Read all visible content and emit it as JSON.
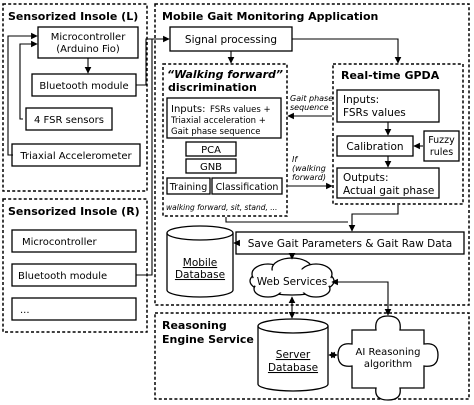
{
  "insole_left": {
    "title": "Sensorized Insole (L)",
    "microcontroller_l1": "Microcontroller",
    "microcontroller_l2": "(Arduino Fio)",
    "bluetooth": "Bluetooth module",
    "fsr": "4 FSR sensors",
    "accel": "Triaxial Accelerometer"
  },
  "insole_right": {
    "title": "Sensorized Insole (R)",
    "microcontroller": "Microcontroller",
    "bluetooth": "Bluetooth module",
    "ellipsis": "..."
  },
  "app": {
    "title": "Mobile Gait Monitoring Application",
    "signal_processing": "Signal processing",
    "wf_title_l1": "“Walking forward”",
    "wf_title_l2": "discrimination",
    "inputs_label": "Inputs:",
    "inputs_l1": "FSRs values +",
    "inputs_l2": "Triaxial acceleration +",
    "inputs_l3": "Gait phase sequence",
    "pca": "PCA",
    "gnb": "GNB",
    "training": "Training",
    "classification": "Classification",
    "activities": "walking forward, sit, stand, ...",
    "gait_phase_l1": "Gait phase",
    "gait_phase_l2": "sequence",
    "if_l1": "If",
    "if_l2": "(walking",
    "if_l3": "forward)",
    "gpda_title": "Real-time GPDA",
    "gpda_inputs_l1": "Inputs:",
    "gpda_inputs_l2": "FSRs values",
    "calibration": "Calibration",
    "fuzzy_l1": "Fuzzy",
    "fuzzy_l2": "rules",
    "outputs_l1": "Outputs:",
    "outputs_l2": "Actual gait phase",
    "mobile_db_l1": "Mobile",
    "mobile_db_l2": "Database",
    "save": "Save Gait Parameters & Gait Raw Data",
    "web_services": "Web Services"
  },
  "reasoning": {
    "title_l1": "Reasoning",
    "title_l2": "Engine Service",
    "server_db_l1": "Server",
    "server_db_l2": "Database",
    "ai_l1": "AI Reasoning",
    "ai_l2": "algorithm"
  }
}
